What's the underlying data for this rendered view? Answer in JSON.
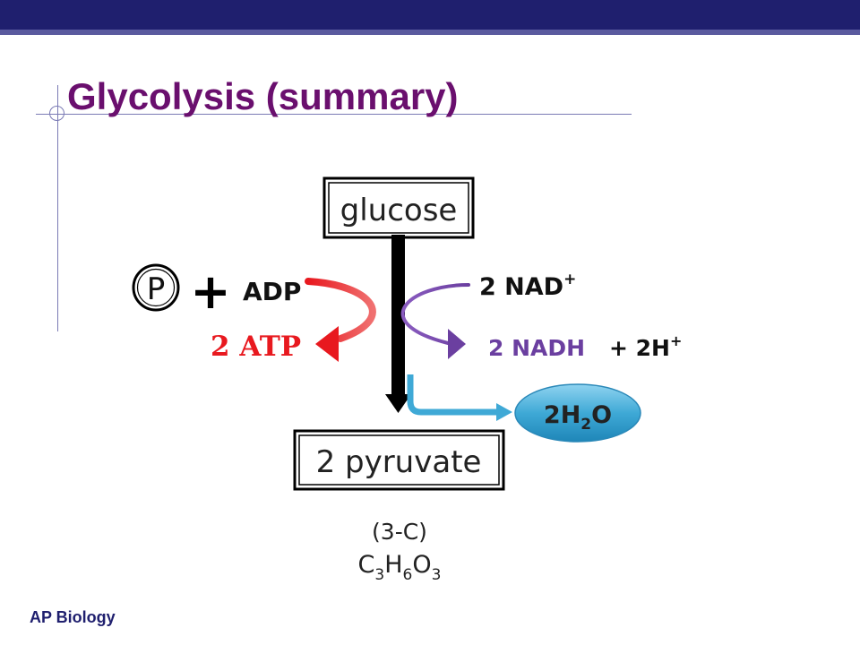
{
  "slide": {
    "title": "Glycolysis (summary)",
    "footer": "AP Biology"
  },
  "diagram": {
    "glucose": "glucose",
    "pyruvate": "2 pyruvate",
    "phosphate": "P",
    "plus_sign": "+",
    "adp": "ADP",
    "atp": "2 ATP",
    "nad_coeff": "2 NAD",
    "nad_charge": "+",
    "nadh": "2 NADH",
    "h_coeff": "+ 2H",
    "h_charge": "+",
    "water_a": "2H",
    "water_sub": "2",
    "water_b": "O",
    "carbon_count": "(3-C)",
    "formula": {
      "c": "C",
      "c_sub": "3",
      "h": "H",
      "h_sub": "6",
      "o": "O",
      "o_sub": "3"
    }
  },
  "colors": {
    "title": "#6a0f6e",
    "header_bar": "#1f1f6e",
    "atp_red": "#e8191f",
    "nad_purple": "#6b3fa0",
    "water_blue": "#3fa9d6"
  }
}
